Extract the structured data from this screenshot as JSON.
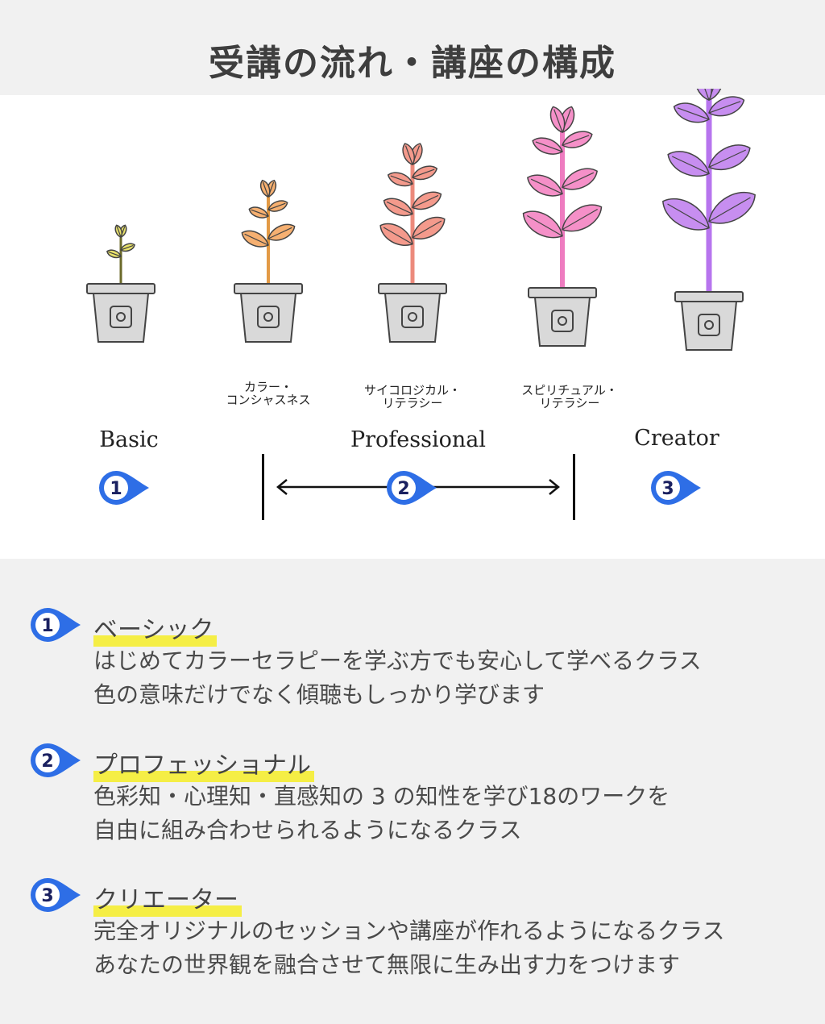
{
  "title": "受講の流れ・講座の構成",
  "plants": [
    {
      "leaf": "#e9e26a",
      "stem": "#6b6a2a",
      "icon": "color-swatch-icon",
      "size": 1
    },
    {
      "leaf": "#f6b071",
      "stem": "#e39a45",
      "icon": "head-heart-icon",
      "size": 2,
      "label": [
        "カラー・",
        "コンシャスネス"
      ]
    },
    {
      "leaf": "#f49a8c",
      "stem": "#ec8a7c",
      "icon": "book-hand-icon",
      "size": 3,
      "label": [
        "サイコロジカル・",
        "リテラシー"
      ]
    },
    {
      "leaf": "#f590c8",
      "stem": "#ee7cc0",
      "icon": "radiant-person-icon",
      "size": 4,
      "label": [
        "スピリチュアル・",
        "リテラシー"
      ]
    },
    {
      "leaf": "#c78ef0",
      "stem": "#b775ee",
      "icon": "apps-sparkle-icon",
      "size": 5
    }
  ],
  "stages": [
    {
      "label": "Basic",
      "number": "1"
    },
    {
      "label": "Professional",
      "number": "2"
    },
    {
      "label": "Creator",
      "number": "3"
    }
  ],
  "items": [
    {
      "number": "1",
      "heading": "ベーシック",
      "lines": [
        "はじめてカラーセラピーを学ぶ方でも安心して学べるクラス",
        "色の意味だけでなく傾聴もしっかり学びます"
      ]
    },
    {
      "number": "2",
      "heading": "プロフェッショナル",
      "lines": [
        "色彩知・心理知・直感知の 3 の知性を学び18のワークを",
        "自由に組み合わせられるようになるクラス"
      ]
    },
    {
      "number": "3",
      "heading": "クリエーター",
      "lines": [
        "完全オリジナルのセッションや講座が作れるようになるクラス",
        "あなたの世界観を融合させて無限に生み出す力をつけます"
      ]
    }
  ],
  "colors": {
    "marker": "#2e6ee6",
    "highlight": "#f5ee45",
    "pot": "#d9d9d9"
  }
}
